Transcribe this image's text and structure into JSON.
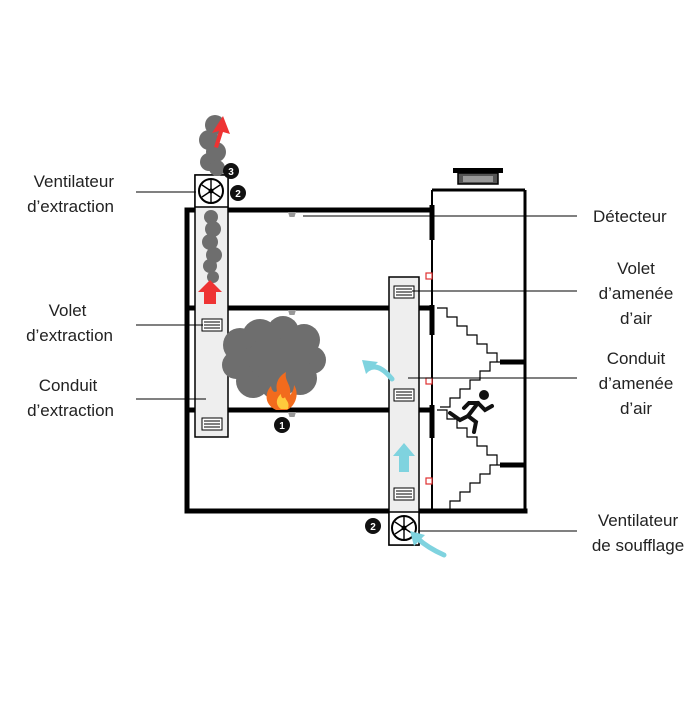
{
  "labels": {
    "ventilateur_extraction": [
      "Ventilateur",
      "d’extraction"
    ],
    "volet_extraction": [
      "Volet",
      "d’extraction"
    ],
    "conduit_extraction": [
      "Conduit",
      "d’extraction"
    ],
    "detecteur": "Détecteur",
    "volet_amenee": [
      "Volet",
      "d’amenée",
      "d’air"
    ],
    "conduit_amenee": [
      "Conduit",
      "d’amenée",
      "d’air"
    ],
    "ventilateur_soufflage": [
      "Ventilateur",
      "de soufflage"
    ]
  },
  "markers": {
    "fire": "1",
    "fan_extraction": "2",
    "fan_supply": "2",
    "exhaust": "3"
  },
  "colors": {
    "wall": "#000000",
    "duct_fill": "#eeeeee",
    "smoke": "#6e6e6e",
    "extraction_arrow": "#ee3333",
    "supply_arrow": "#7fd3df",
    "fire_outer": "#f26b1d",
    "fire_inner": "#ffc93c",
    "runner": "#111111"
  }
}
